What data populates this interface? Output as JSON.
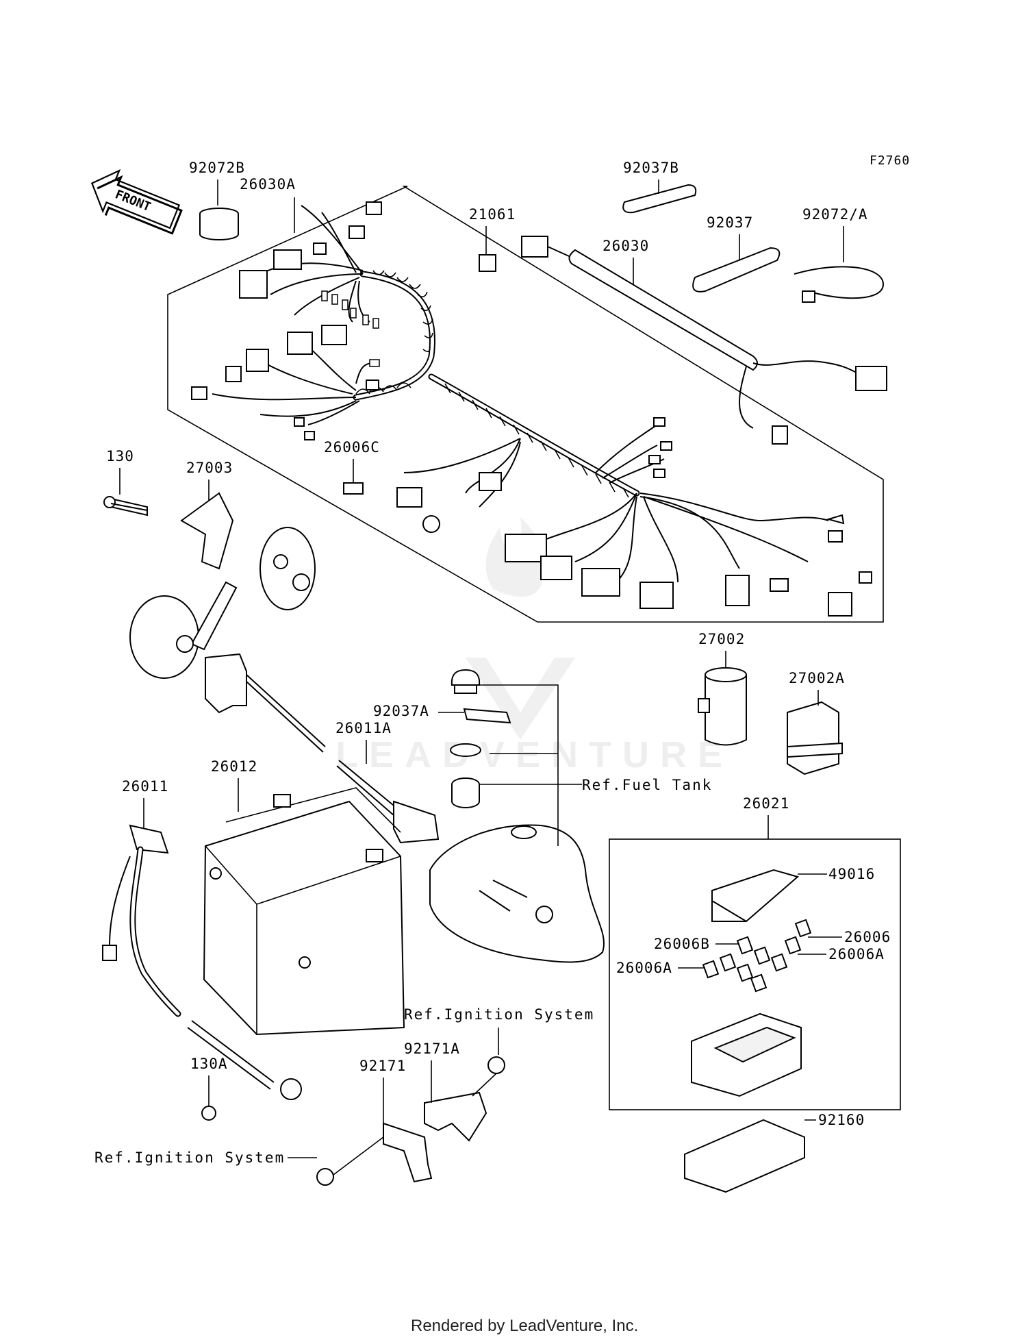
{
  "diagram_code": "F2760",
  "front_arrow_label": "FRONT",
  "footer": "Rendered by LeadVenture, Inc.",
  "watermark": "LEADVENTURE",
  "parts": {
    "p92072B": "92072B",
    "p26030A": "26030A",
    "p21061": "21061",
    "p92037B": "92037B",
    "p26030": "26030",
    "p92037": "92037",
    "p92072A": "92072/A",
    "p130": "130",
    "p27003": "27003",
    "p26006C": "26006C",
    "p27002": "27002",
    "p27002A": "27002A",
    "p92037A": "92037A",
    "p26011A": "26011A",
    "p26012": "26012",
    "p26011": "26011",
    "p26021": "26021",
    "p49016": "49016",
    "p26006": "26006",
    "p26006B": "26006B",
    "p26006A_left": "26006A",
    "p26006A_right": "26006A",
    "p130A": "130A",
    "p92171A": "92171A",
    "p92171": "92171",
    "p92160": "92160"
  },
  "references": {
    "fuel_tank": "Ref.Fuel Tank",
    "ignition_upper": "Ref.Ignition System",
    "ignition_lower": "Ref.Ignition System"
  }
}
